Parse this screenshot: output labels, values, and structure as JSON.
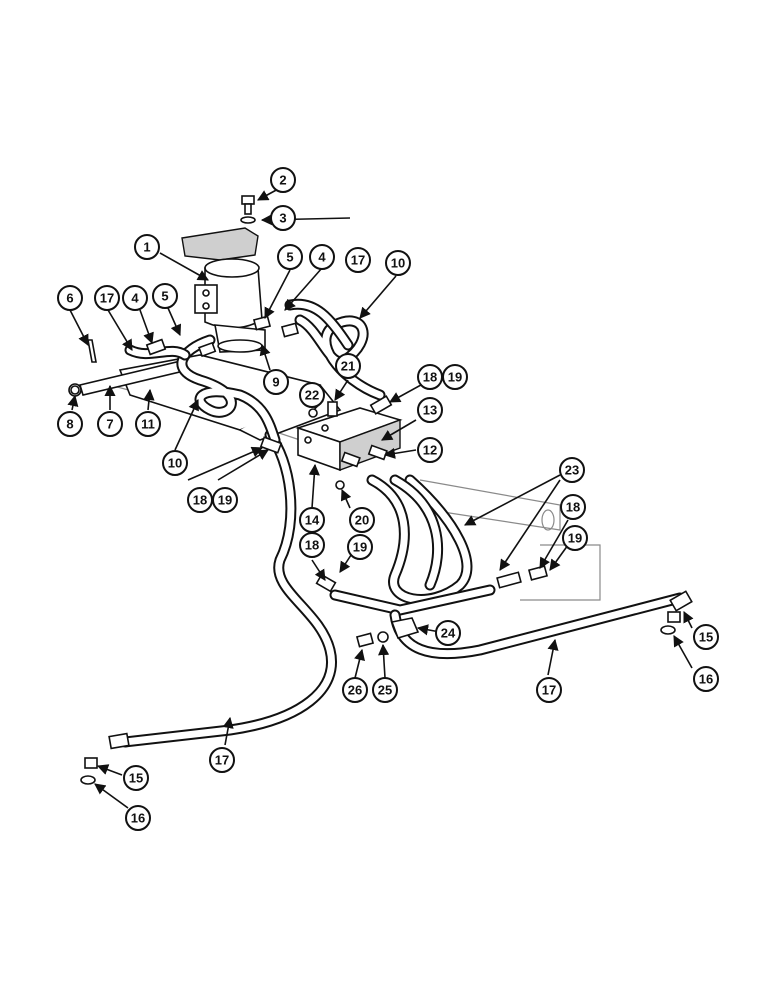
{
  "diagram": {
    "callouts": [
      "1",
      "2",
      "3",
      "4",
      "4",
      "5",
      "5",
      "6",
      "7",
      "8",
      "9",
      "10",
      "10",
      "11",
      "12",
      "13",
      "14",
      "15",
      "15",
      "16",
      "16",
      "17",
      "17",
      "17",
      "17",
      "18",
      "18",
      "18",
      "18",
      "19",
      "19",
      "19",
      "19",
      "20",
      "21",
      "22",
      "23",
      "24",
      "25",
      "26"
    ]
  }
}
